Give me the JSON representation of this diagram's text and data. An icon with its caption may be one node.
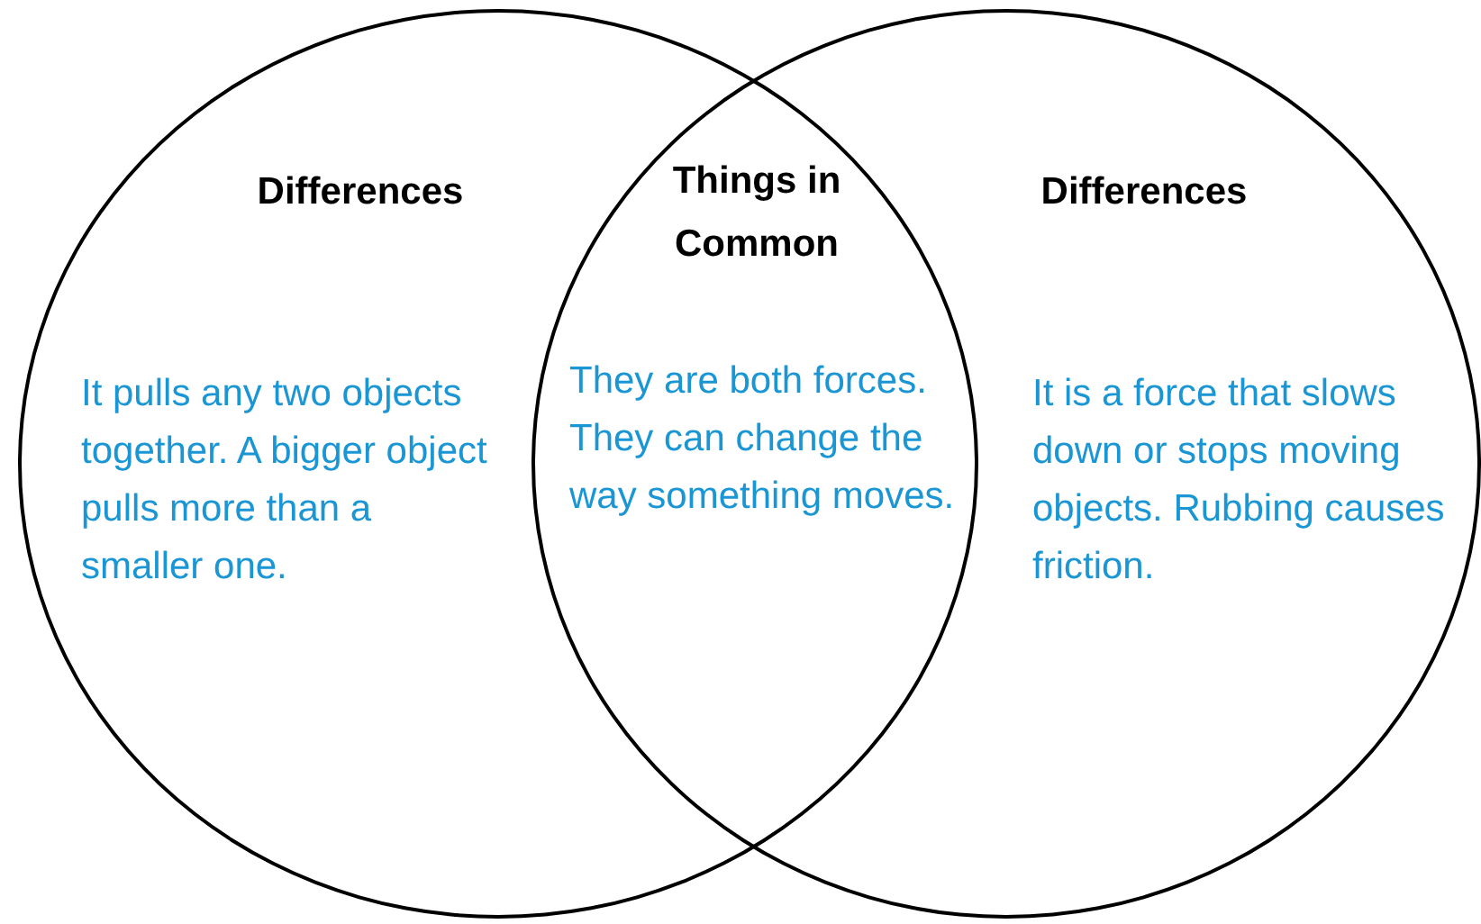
{
  "diagram": {
    "nodes": [
      {
        "text": [
          "Differences",
          "It pulls any two objects together. A bigger object pulls more than a smaller one."
        ]
      },
      {
        "text": [
          "Things in Common",
          "They are both forces. They can change the way something moves."
        ]
      },
      {
        "text": [
          "Differences",
          "It is a force that slows down or stops moving objects. Rubbing causes friction."
        ]
      }
    ]
  }
}
